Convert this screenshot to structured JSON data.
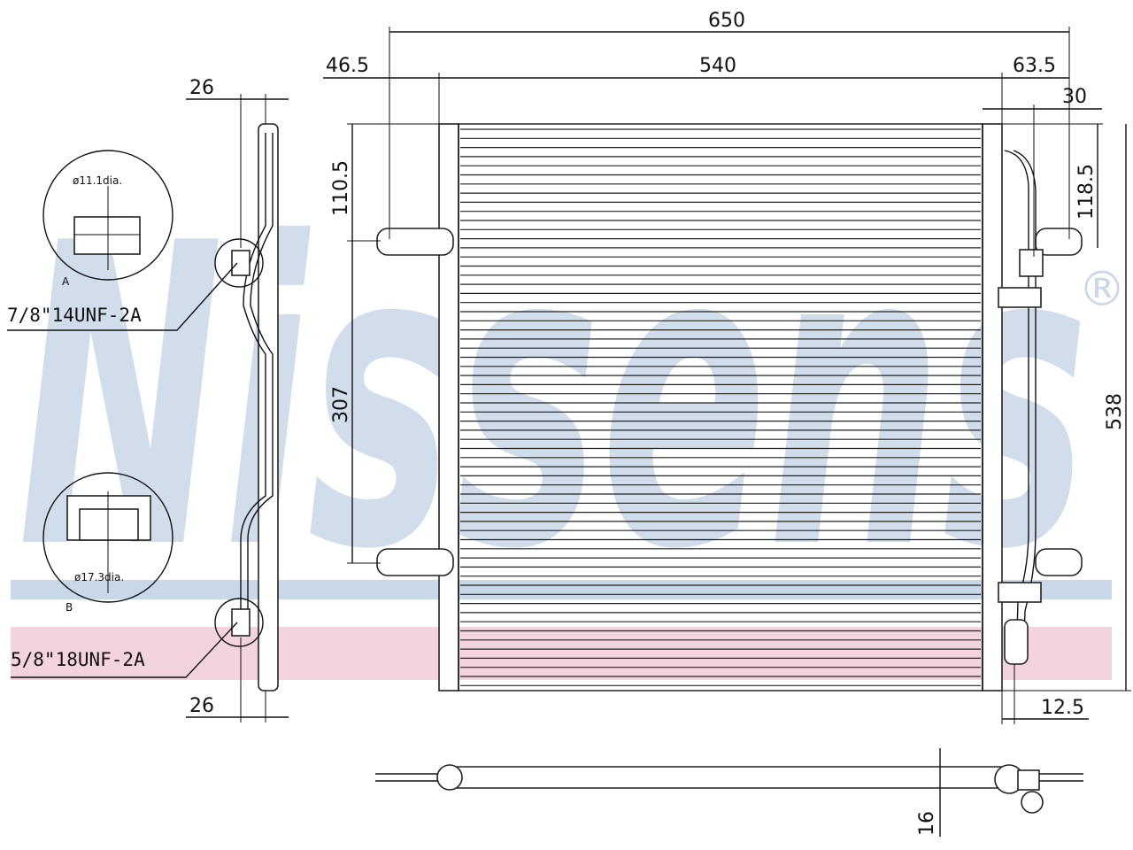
{
  "brand": {
    "watermark": "Nissens",
    "registered": "®",
    "blue": "#c9d8e8",
    "pink": "#f1ccd6"
  },
  "dimensions": {
    "overall_width": "650",
    "core_width": "540",
    "left_offset": "46.5",
    "right_offset": "63.5",
    "right_small": "30",
    "height_top_left": "110.5",
    "height_mid_left": "307",
    "height_right_top": "118.5",
    "height_right_total": "538",
    "side_top": "26",
    "side_bottom": "26",
    "right_bottom": "12.5",
    "bottom_view_depth": "16"
  },
  "fittings": {
    "upper_thread": "7/8\"14UNF-2A",
    "lower_thread": "5/8\"18UNF-2A",
    "detail_a_diameter": "ø11.1dia.",
    "detail_b_diameter": "ø17.3dia.",
    "detail_a_tag": "A",
    "detail_b_tag": "B"
  }
}
